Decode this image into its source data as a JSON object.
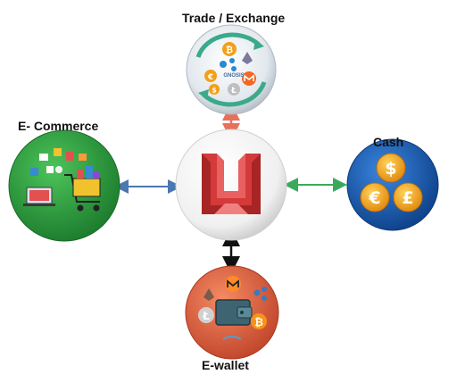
{
  "nodes": {
    "trade": {
      "label": "Trade / Exchange",
      "badge_text": "GNOSIS"
    },
    "ecommerce": {
      "label": "E- Commerce"
    },
    "cash": {
      "label": "Cash",
      "coins": [
        "$",
        "€",
        "£"
      ]
    },
    "wallet": {
      "label": "E-wallet"
    },
    "center": {
      "logo": "U-logo"
    }
  },
  "colors": {
    "arrow_top": "#e8705a",
    "arrow_left": "#4a78b0",
    "arrow_right": "#3aaa5a",
    "arrow_bottom": "#111111",
    "center_logo": "#d43a3a",
    "ecommerce_bg": "#27a33b",
    "cash_bg": "#1a5fb4",
    "wallet_bg": "#e0603a",
    "trade_bg": "#cfd8e0",
    "coin_gold": "#f2a019"
  },
  "icons": [
    "bitcoin-icon",
    "ethereum-icon",
    "litecoin-icon",
    "monero-icon",
    "ripple-icon",
    "dollar-coin-icon",
    "euro-coin-icon",
    "pound-coin-icon",
    "wallet-icon",
    "shopping-cart-icon"
  ]
}
